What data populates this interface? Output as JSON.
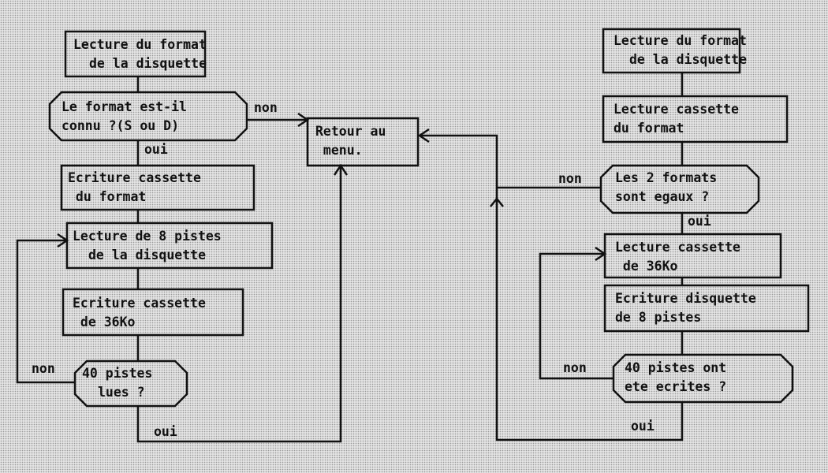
{
  "left_flow": {
    "read_format": [
      "Lecture du format",
      "de la disquette"
    ],
    "format_known": [
      "Le format est-il",
      "connu ?(S ou D)"
    ],
    "write_format": [
      "Ecriture cassette",
      " du format"
    ],
    "read_tracks": [
      "Lecture de 8 pistes",
      "de la disquette"
    ],
    "write_36k": [
      "Ecriture cassette",
      " de 36Ko"
    ],
    "tracks_read": [
      "40 pistes",
      "lues ?"
    ],
    "labels": {
      "non_1": "non",
      "oui_1": "oui",
      "non_2": "non",
      "oui_2": "oui"
    }
  },
  "return_menu": [
    "Retour au",
    " menu."
  ],
  "right_flow": {
    "read_format": [
      "Lecture du format",
      "de la disquette"
    ],
    "read_cassette_format": [
      "Lecture cassette",
      "du format"
    ],
    "formats_equal": [
      "Les 2 formats",
      "sont egaux ?"
    ],
    "read_36k": [
      "Lecture cassette",
      " de 36Ko"
    ],
    "write_tracks": [
      "Ecriture disquette",
      "de 8 pistes"
    ],
    "tracks_written": [
      "40 pistes ont",
      "ete ecrites ?"
    ],
    "labels": {
      "non_1": "non",
      "oui_1": "oui",
      "non_2": "non",
      "oui_2": "oui"
    }
  }
}
